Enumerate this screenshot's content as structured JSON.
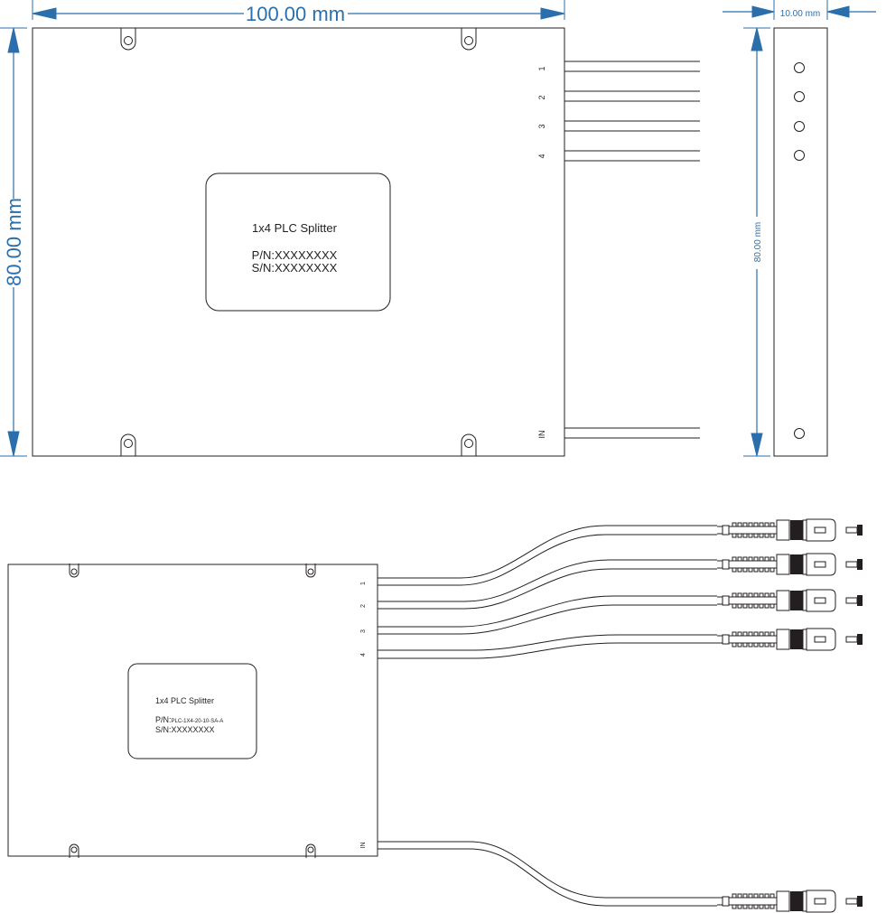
{
  "dimensions": {
    "width": "100.00 mm",
    "height": "80.00 mm",
    "depth": "10.00 mm",
    "side_height": "80.00 mm"
  },
  "top_label": {
    "title": "1x4 PLC Splitter",
    "pn": "P/N:XXXXXXXX",
    "sn": "S/N:XXXXXXXX"
  },
  "bottom_label": {
    "title": "1x4 PLC Splitter",
    "pn_prefix": "P/N:",
    "pn_value": "PLC-1X4-20-10-SA-A",
    "sn": "S/N:XXXXXXXX"
  },
  "ports": [
    "1",
    "2",
    "3",
    "4"
  ],
  "input_port": "IN",
  "colors": {
    "dimension": "#2a6fab",
    "line": "#231f20"
  }
}
